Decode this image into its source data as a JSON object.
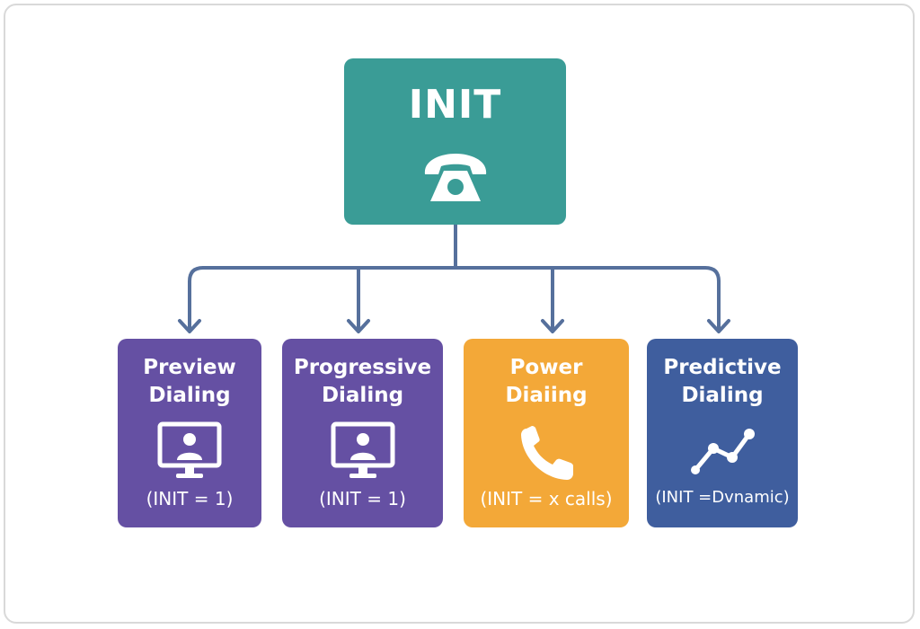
{
  "root": {
    "title": "INIT",
    "icon": "telephone-icon",
    "color": "#3a9c96"
  },
  "connector_color": "#56709c",
  "methods": [
    {
      "line1": "Preview",
      "line2": "Dialing",
      "formula": "(INIT = 1)",
      "icon": "monitor-user-icon",
      "color": "#6550a3"
    },
    {
      "line1": "Progressive",
      "line2": "Dialing",
      "formula": "(INIT = 1)",
      "icon": "monitor-user-icon",
      "color": "#6550a3"
    },
    {
      "line1": "Power",
      "line2": "Diaiing",
      "formula": "(INIT = x calls)",
      "icon": "phone-handset-icon",
      "color": "#f3a838"
    },
    {
      "line1": "Predictive",
      "line2": "Dialing",
      "formula": "(INIT =Dvnamic)",
      "icon": "trend-line-icon",
      "color": "#3f5e9e"
    }
  ]
}
